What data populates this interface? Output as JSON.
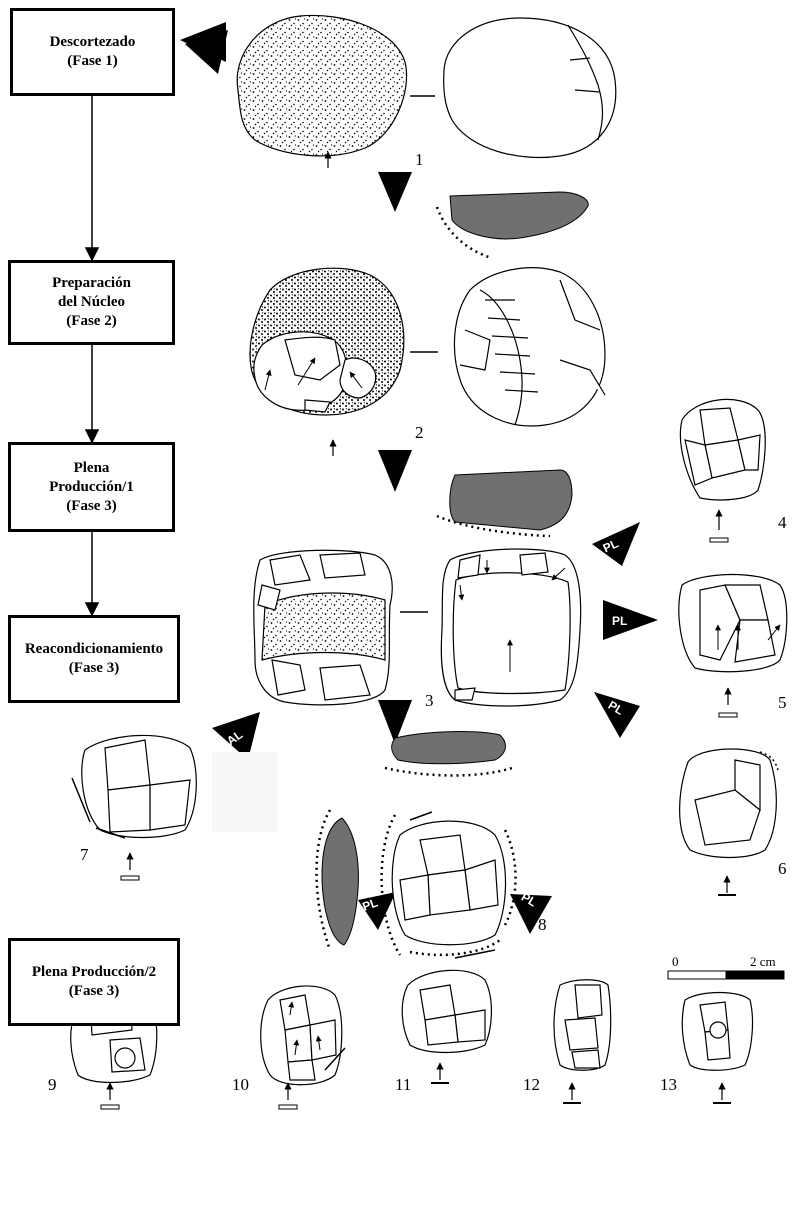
{
  "phases": [
    {
      "lines": [
        "Descortezado",
        "(Fase 1)"
      ]
    },
    {
      "lines": [
        "Preparación",
        "del Núcleo",
        "(Fase 2)"
      ]
    },
    {
      "lines": [
        "Plena",
        "Producción/1",
        "(Fase 3)"
      ]
    },
    {
      "lines": [
        "Reacondicionamiento",
        "(Fase 3)"
      ]
    },
    {
      "lines": [
        "Plena Producción/2",
        "(Fase 3)"
      ]
    }
  ],
  "arrow_labels": {
    "pl": "PL",
    "al": "AL"
  },
  "figure_numbers": [
    "1",
    "2",
    "3",
    "4",
    "5",
    "6",
    "7",
    "8",
    "9",
    "10",
    "11",
    "12",
    "13"
  ],
  "scale": {
    "start": "0",
    "end": "2 cm"
  }
}
